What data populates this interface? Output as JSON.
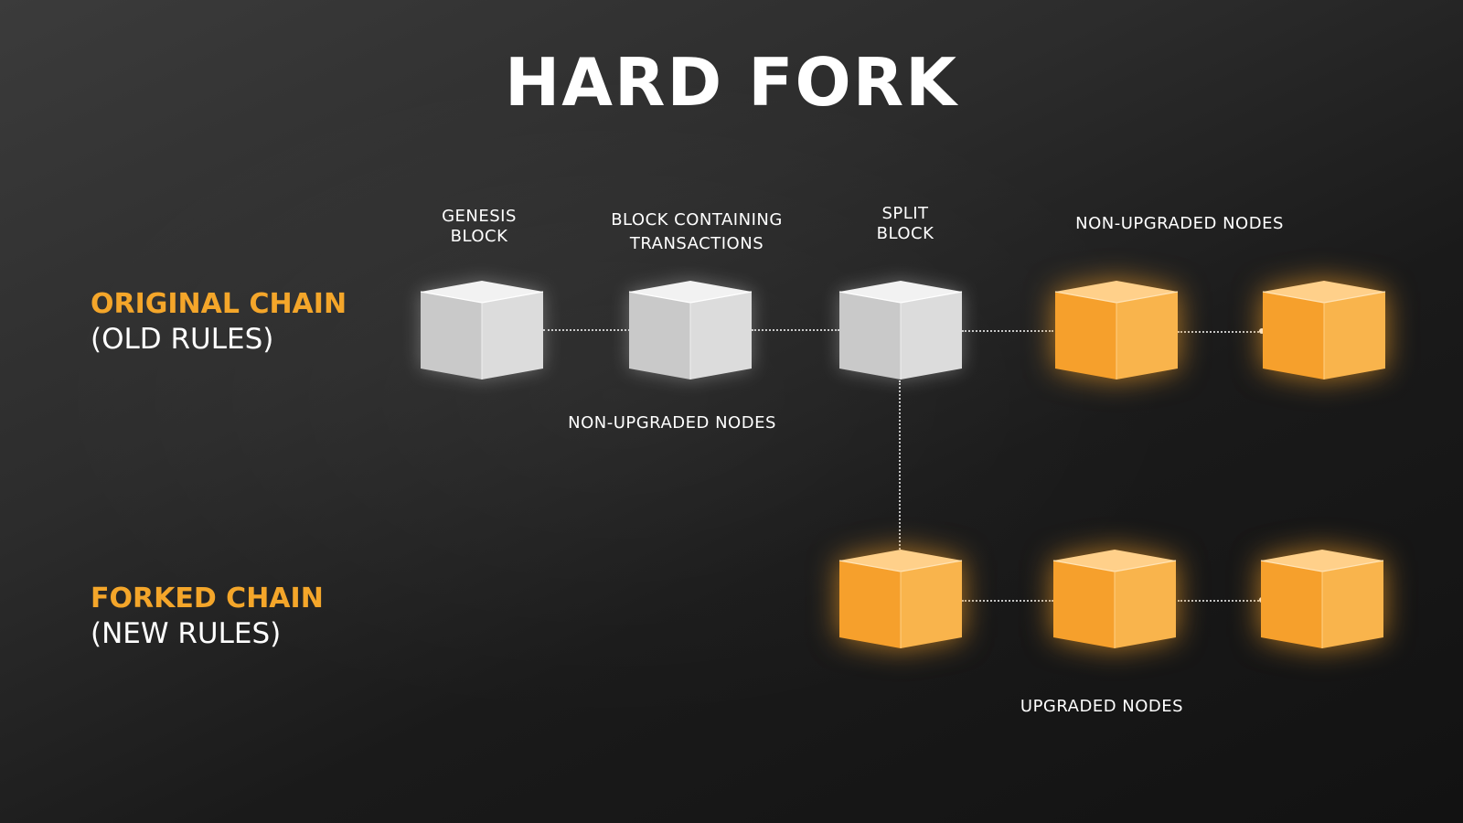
{
  "title": "HARD FORK",
  "chains": {
    "original": {
      "name": "ORIGINAL CHAIN",
      "rules": "(OLD RULES)"
    },
    "forked": {
      "name": "FORKED CHAIN",
      "rules": "(NEW RULES)"
    }
  },
  "labels": {
    "genesis_line1": "GENESIS",
    "genesis_line2": "BLOCK",
    "containing_line1": "BLOCK CONTAINING",
    "containing_line2": "TRANSACTIONS",
    "split_line1": "SPLIT",
    "split_line2": "BLOCK",
    "non_upgraded_top": "NON-UPGRADED NODES",
    "non_upgraded_bottom": "NON-UPGRADED NODES",
    "upgraded": "UPGRADED NODES"
  },
  "colors": {
    "background": "#1c1c1c",
    "accent_orange": "#f4a62a",
    "block_grey": "#d6d6d6",
    "block_gold": "#f7a531",
    "text": "#ffffff"
  }
}
